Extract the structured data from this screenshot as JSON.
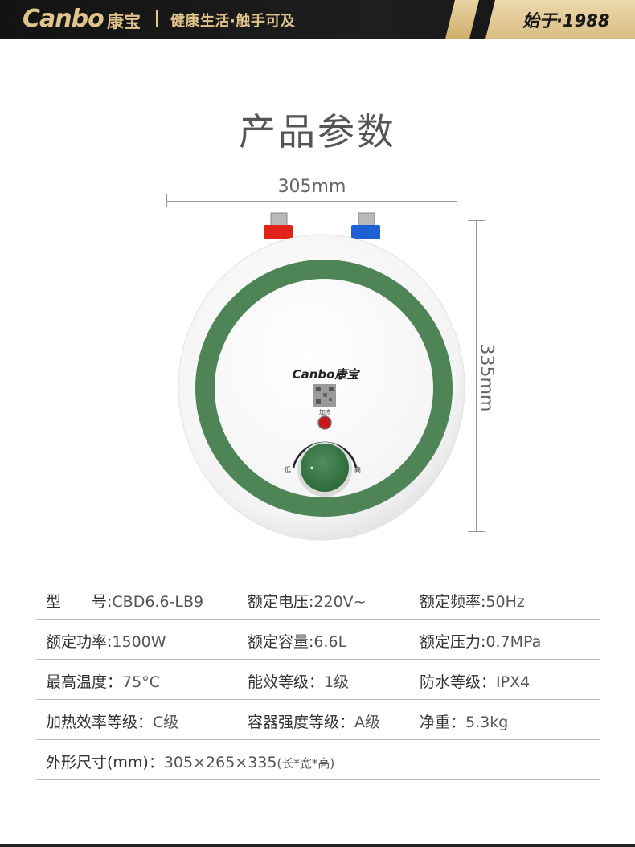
{
  "header": {
    "logo": "Canbo",
    "logo_cn": "康宝",
    "slogan": "健康生活·触手可及",
    "since": "始于·1988"
  },
  "title": "产品参数",
  "dimensions": {
    "width": "305mm",
    "height": "335mm"
  },
  "product": {
    "brand": "Canbo康宝",
    "heat_label": "加热",
    "knob_low": "低",
    "knob_high": "高"
  },
  "colors": {
    "accent_green": "#4e8456",
    "gold": "#e1c48d",
    "hot_red": "#e0241b",
    "cold_blue": "#1f5fd6"
  },
  "specs": {
    "rows": [
      [
        {
          "k": "型　　号:",
          "v": "CBD6.6-LB9"
        },
        {
          "k": "额定电压:",
          "v": "220V~"
        },
        {
          "k": "额定频率:",
          "v": "50Hz"
        }
      ],
      [
        {
          "k": "额定功率:",
          "v": "1500W"
        },
        {
          "k": " 额定容量:",
          "v": "6.6L"
        },
        {
          "k": "额定压力:",
          "v": "0.7MPa"
        }
      ],
      [
        {
          "k": "最高温度：",
          "v": "75°C"
        },
        {
          "k": "能效等级：",
          "v": "1级"
        },
        {
          "k": "防水等级：",
          "v": "IPX4"
        }
      ],
      [
        {
          "k": "加热效率等级：",
          "v": "C级"
        },
        {
          "k": "容器强度等级：",
          "v": "A级"
        },
        {
          "k": "净重：",
          "v": "5.3kg"
        }
      ]
    ],
    "size": {
      "k": "外形尺寸(mm)：",
      "v": "305×265×335",
      "note": "(长*宽*高)"
    }
  }
}
